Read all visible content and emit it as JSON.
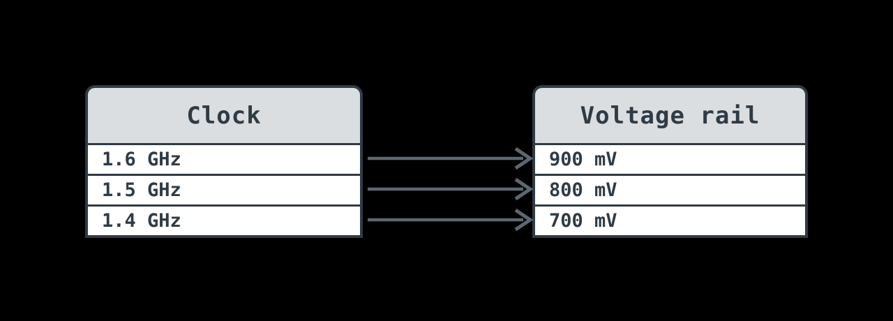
{
  "diagram": {
    "type": "mapping-table-diagram",
    "colors": {
      "background": "#000000",
      "border": "#2f3b45",
      "header_fill": "#dbdee0",
      "row_fill": "#ffffff",
      "text": "#2f3b45",
      "arrow": "#5b6872"
    },
    "tables": [
      {
        "header": "Clock",
        "rows": [
          "1.6 GHz",
          "1.5 GHz",
          "1.4 GHz"
        ]
      },
      {
        "header": "Voltage rail",
        "rows": [
          "900 mV",
          "800 mV",
          "700 mV"
        ]
      }
    ],
    "mappings": [
      {
        "from": "1.6 GHz",
        "to": "900 mV"
      },
      {
        "from": "1.5 GHz",
        "to": "800 mV"
      },
      {
        "from": "1.4 GHz",
        "to": "700 mV"
      }
    ]
  }
}
